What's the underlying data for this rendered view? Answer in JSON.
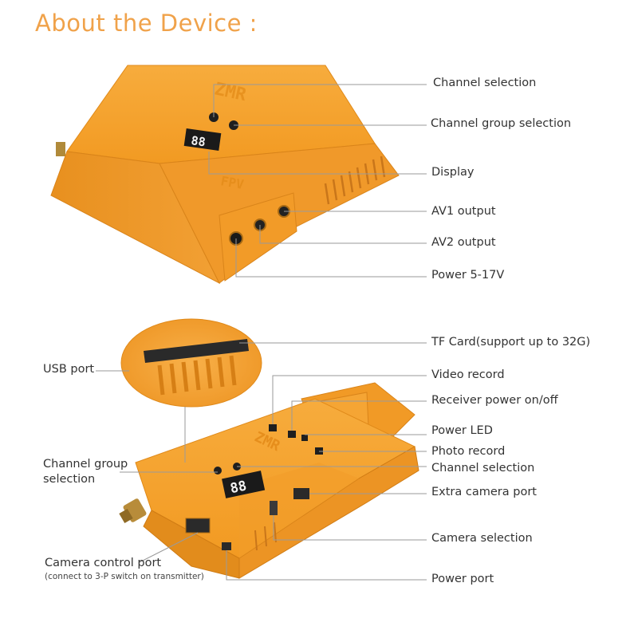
{
  "heading": "About the Device :",
  "colors": {
    "heading": "#f0a24a",
    "device_orange": "#f5a12c",
    "device_orange_dark": "#e08a1a",
    "leader_line": "#9a9a9a",
    "label_text": "#333333"
  },
  "top_device": {
    "branding_text_1": "ZMR",
    "branding_text_2": "FPV",
    "display_digits": "88",
    "labels": {
      "channel_selection": "Channel selection",
      "channel_group_selection": "Channel group selection",
      "display": "Display",
      "av1_output": "AV1 output",
      "av2_output": "AV2 output",
      "power": "Power 5-17V"
    }
  },
  "bottom_device": {
    "branding_text": "ZMR",
    "display_digits": "88",
    "labels": {
      "tf_card": "TF Card(support up to 32G)",
      "usb_port": "USB port",
      "video_record": "Video record",
      "receiver_power": "Receiver power on/off",
      "power_led": "Power LED",
      "photo_record": "Photo record",
      "channel_selection": "Channel selection",
      "channel_group_selection_line1": "Channel group",
      "channel_group_selection_line2": "selection",
      "extra_camera_port": "Extra camera port",
      "camera_selection": "Camera selection",
      "camera_control_port": "Camera control port",
      "camera_control_note": "(connect to 3-P switch on transmitter)",
      "power_port": "Power port"
    }
  }
}
